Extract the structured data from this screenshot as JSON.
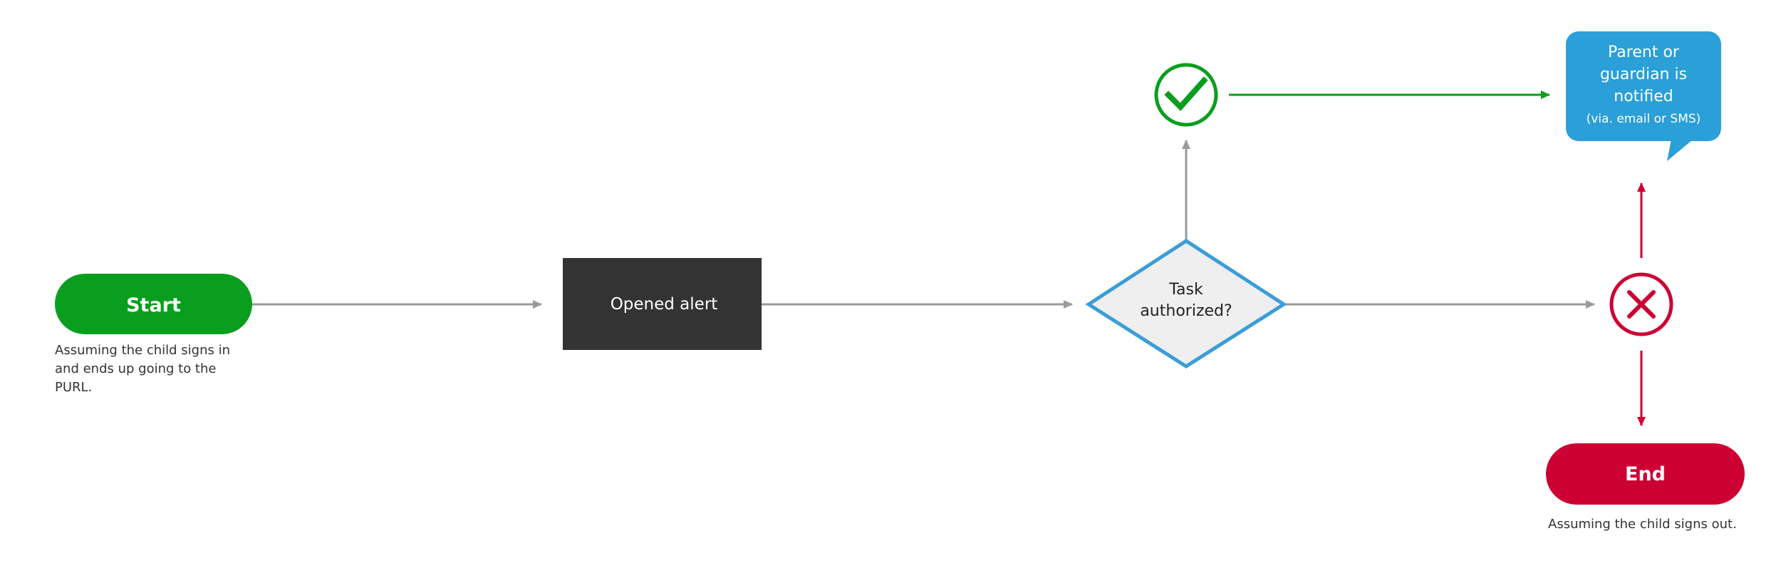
{
  "nodes": {
    "start": {
      "label": "Start",
      "note": "Assuming the child signs in and ends up going to the PURL."
    },
    "opened_alert": {
      "label": "Opened alert"
    },
    "decision": {
      "line1": "Task",
      "line2": "authorized?"
    },
    "notify": {
      "line1": "Parent or",
      "line2": "guardian is",
      "line3": "notified",
      "subtext": "(via. email or SMS)"
    },
    "end": {
      "label": "End",
      "note": "Assuming the child signs out."
    }
  },
  "icons": {
    "approved": "check-circle-icon",
    "rejected": "x-circle-icon"
  },
  "colors": {
    "start_green": "#0a9e1e",
    "alert_box": "#333333",
    "decision_border": "#3a9ed8",
    "decision_fill": "#efefef",
    "notify_blue": "#2a9fd8",
    "end_red": "#cc0033",
    "connector_gray": "#9a9a9a",
    "text_dark": "#333333"
  }
}
